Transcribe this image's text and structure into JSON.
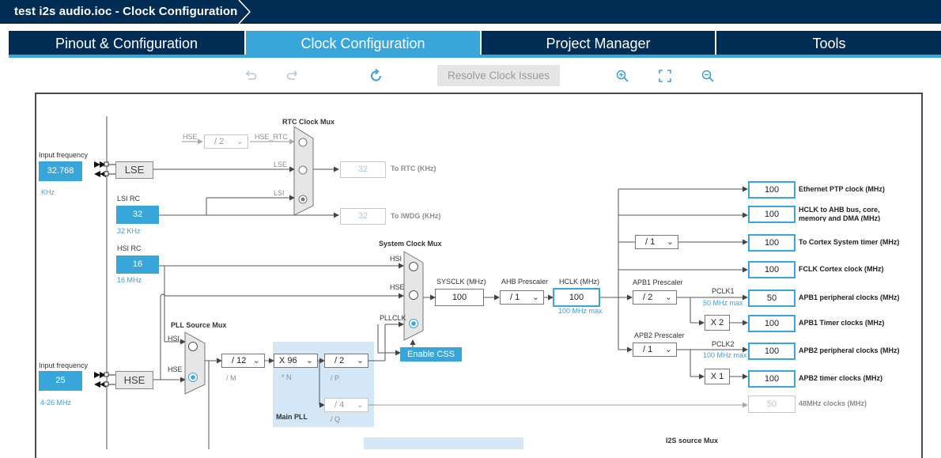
{
  "window": {
    "title": "test i2s audio.ioc - Clock Configuration"
  },
  "tabs": [
    {
      "label": "Pinout & Configuration",
      "active": false
    },
    {
      "label": "Clock Configuration",
      "active": true
    },
    {
      "label": "Project Manager",
      "active": false
    },
    {
      "label": "Tools",
      "active": false
    }
  ],
  "toolbar": {
    "undo_icon": "undo-icon",
    "redo_icon": "redo-icon",
    "refresh_icon": "refresh-icon",
    "resolve_label": "Resolve Clock Issues",
    "zoom_in_icon": "zoom-in-icon",
    "fit_icon": "fit-to-screen-icon",
    "zoom_out_icon": "zoom-out-icon"
  },
  "colors": {
    "brand_dark": "#002d54",
    "accent": "#39a6d9",
    "pll_area": "#d4e7f6"
  },
  "lse": {
    "input_freq_label": "Input frequency",
    "value": "32.768",
    "unit": "KHz",
    "name": "LSE"
  },
  "lsi": {
    "title": "LSI RC",
    "value": "32",
    "sub": "32 KHz"
  },
  "hsi": {
    "title": "HSI RC",
    "value": "16",
    "sub": "16 MHz"
  },
  "hse": {
    "input_freq_label": "Input frequency",
    "value": "25",
    "range": "4-26 MHz",
    "name": "HSE"
  },
  "rtc_mux": {
    "title": "RTC Clock Mux",
    "in_hse": "HSE",
    "div": "/ 2",
    "in_hse_rtc": "HSE_RTC",
    "in_lse": "LSE",
    "in_lsi": "LSI",
    "rtc_value": "32",
    "rtc_label": "To RTC (KHz)",
    "iwdg_value": "32",
    "iwdg_label": "To IWDG (KHz)"
  },
  "sys_mux": {
    "title": "System Clock Mux",
    "hsi": "HSI",
    "hse": "HSE",
    "pllclk": "PLLCLK",
    "css_label": "Enable CSS"
  },
  "pll_mux": {
    "title": "PLL Source Mux",
    "hsi": "HSI",
    "hse": "HSE"
  },
  "pll": {
    "title": "Main PLL",
    "m_value": "/ 12",
    "m_label": "/ M",
    "n_value": "X 96",
    "n_label": "* N",
    "p_value": "/ 2",
    "p_label": "/ P",
    "q_value": "/ 4",
    "q_label": "/ Q"
  },
  "sysclk": {
    "label": "SYSCLK (MHz)",
    "value": "100"
  },
  "ahb": {
    "label": "AHB Prescaler",
    "value": "/ 1"
  },
  "hclk": {
    "label": "HCLK (MHz)",
    "value": "100",
    "max": "100 MHz max"
  },
  "apb1": {
    "label": "APB1 Prescaler",
    "value": "/ 2",
    "pclk": "PCLK1",
    "max": "50 MHz max",
    "timer_mult": "X 2"
  },
  "apb2": {
    "label": "APB2 Prescaler",
    "value": "/ 1",
    "pclk": "PCLK2",
    "max": "100 MHz max",
    "timer_mult": "X 1"
  },
  "cortex_div": "/ 1",
  "outputs": [
    {
      "value": "100",
      "label": "Ethernet PTP clock (MHz)"
    },
    {
      "value": "100",
      "label": "HCLK to AHB bus, core, memory and DMA (MHz)"
    },
    {
      "value": "100",
      "label": "To Cortex System timer (MHz)"
    },
    {
      "value": "100",
      "label": "FCLK Cortex clock (MHz)"
    },
    {
      "value": "50",
      "label": "APB1 peripheral clocks (MHz)"
    },
    {
      "value": "100",
      "label": "APB1 Timer clocks (MHz)"
    },
    {
      "value": "100",
      "label": "APB2 peripheral clocks (MHz)"
    },
    {
      "value": "100",
      "label": "APB2 timer clocks (MHz)"
    },
    {
      "value": "50",
      "label": "48MHz clocks (MHz)"
    }
  ],
  "i2s": {
    "title": "I2S source Mux"
  }
}
